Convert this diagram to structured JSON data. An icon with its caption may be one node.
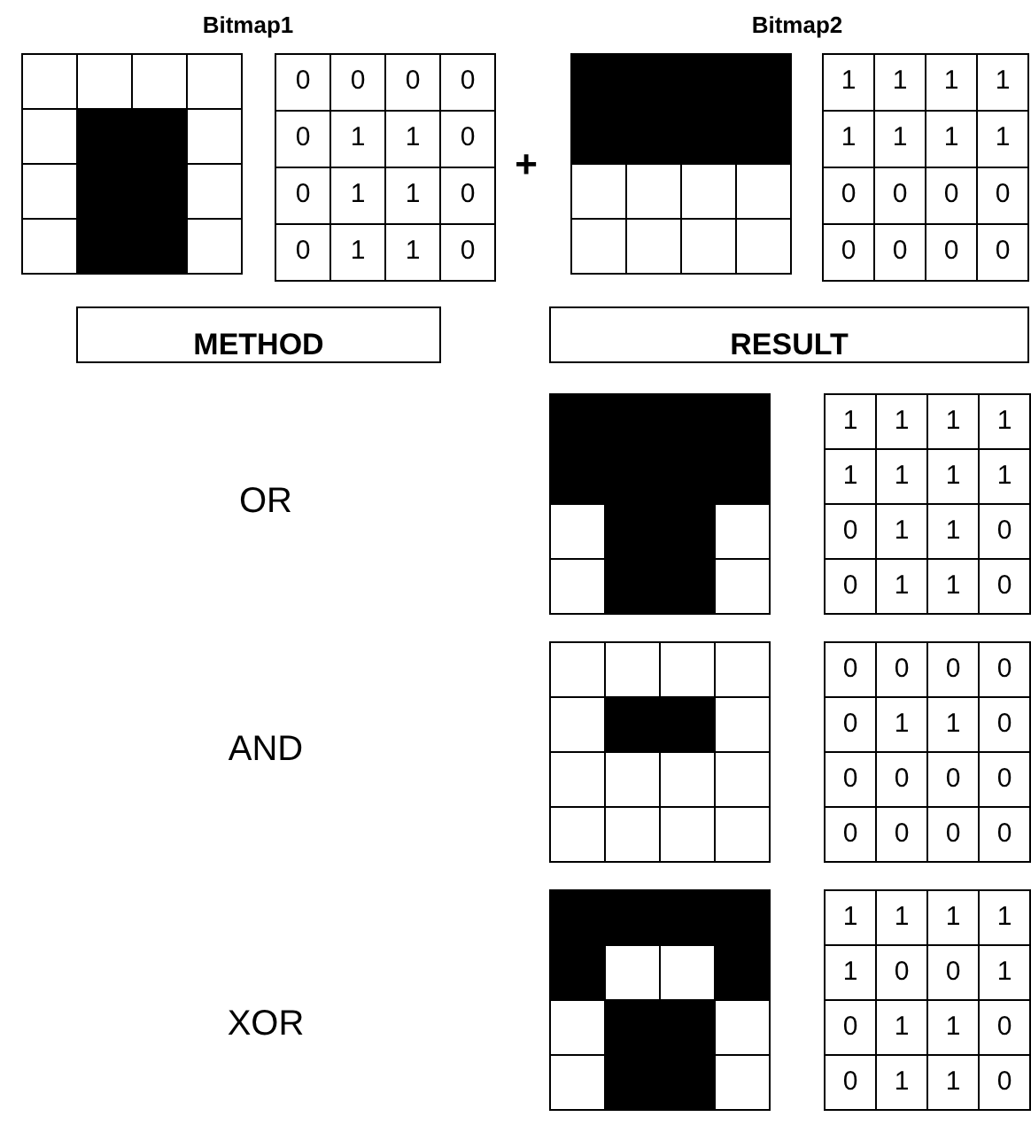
{
  "diagram": {
    "nodes": [
      {
        "text": [
          "METHOD"
        ]
      },
      {
        "text": [
          "RESULT"
        ]
      }
    ],
    "labels": [
      "Bitmap1",
      "Bitmap2",
      "0",
      "0",
      "0",
      "0",
      "0",
      "1",
      "1",
      "0",
      "0",
      "1",
      "1",
      "0",
      "0",
      "1",
      "1",
      "0",
      "+",
      "1",
      "1",
      "1",
      "1",
      "1",
      "1",
      "1",
      "1",
      "0",
      "0",
      "0",
      "0",
      "0",
      "0",
      "0",
      "0",
      "OR",
      "1",
      "1",
      "1",
      "1",
      "1",
      "1",
      "1",
      "1",
      "0",
      "1",
      "1",
      "0",
      "0",
      "1",
      "1",
      "0",
      "AND",
      "0",
      "0",
      "0",
      "0",
      "0",
      "1",
      "1",
      "0",
      "0",
      "0",
      "0",
      "0",
      "0",
      "0",
      "0",
      "0",
      "XOR",
      "1",
      "1",
      "1",
      "1",
      "1",
      "0",
      "0",
      "1",
      "0",
      "1",
      "1",
      "0",
      "0",
      "1",
      "1",
      "0"
    ]
  }
}
